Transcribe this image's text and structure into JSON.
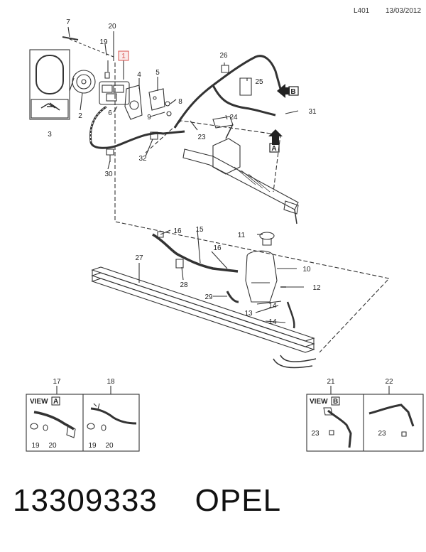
{
  "header": {
    "ref": "L401",
    "date": "13/03/2012"
  },
  "footer": {
    "part_number": "13309333",
    "brand": "OPEL"
  },
  "view_a": {
    "label": "VIEW",
    "letter": "A"
  },
  "view_b": {
    "label": "VIEW",
    "letter": "B"
  },
  "arrows": {
    "a": "A",
    "b": "B"
  },
  "callouts": {
    "c1": "1",
    "c2": "2",
    "c3": "3",
    "c4": "4",
    "c5": "5",
    "c6": "6",
    "c7": "7",
    "c8": "8",
    "c9": "9",
    "c10": "10",
    "c11": "11",
    "c12": "12",
    "c13": "13",
    "c14a": "14",
    "c14b": "14",
    "c15": "15",
    "c16a": "16",
    "c16b": "16",
    "c17": "17",
    "c18": "18",
    "c19": "19",
    "c20": "20",
    "c23": "23",
    "c24": "24",
    "c25": "25",
    "c26": "26",
    "c27": "27",
    "c28": "28",
    "c29": "29",
    "c30": "30",
    "c31": "31",
    "c32": "32",
    "c19a": "19",
    "c20a": "20",
    "c19b": "19",
    "c20b": "20",
    "c21": "21",
    "c22": "22",
    "c23a": "23",
    "c23b": "23"
  },
  "colors": {
    "line": "#333333",
    "callout_box": "#d9534f"
  }
}
